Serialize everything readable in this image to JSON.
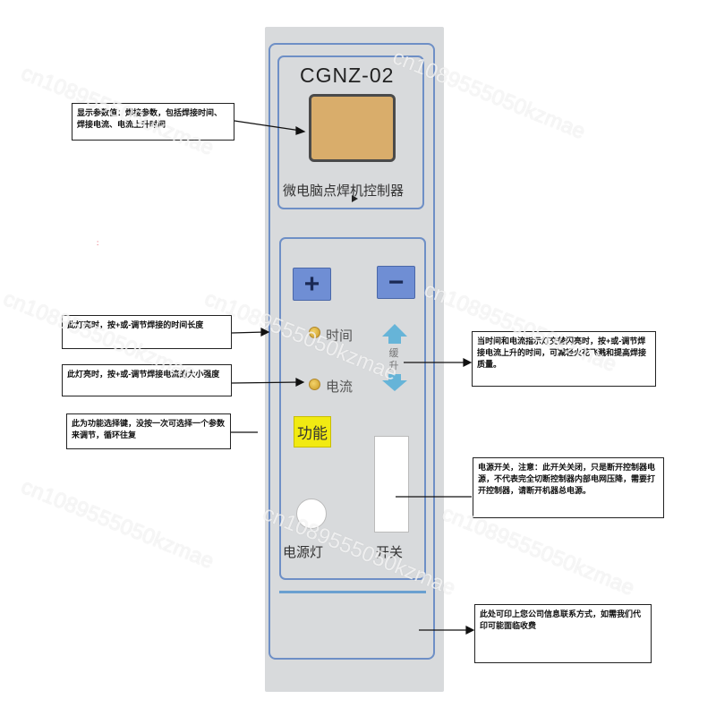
{
  "panel": {
    "model": "CGNZ-02",
    "device_name": "微电脑点焊机控制器",
    "plus_label": "+",
    "minus_label": "−",
    "time_label": "时间",
    "current_label": "电流",
    "slow_rise_1": "缓",
    "slow_rise_2": "升",
    "function_label": "功能",
    "power_label": "电源灯",
    "switch_label": "开关"
  },
  "annotations": {
    "display": "显示参数值：焊接参数，包括焊接时间、焊接电流、电流上升时间",
    "time_led": "此灯亮时，按+或-调节焊接的时间长度",
    "current_led": "此灯亮时，按+或-调节焊接电流的大小强度",
    "function_button": "此为功能选择键，没按一次可选择一个参数来调节，循环往复",
    "slow_rise": "当时间和电流指示灯交替闪亮时，按+或-调节焊接电流上升的时间，可减轻火花飞溅和提高焊接质量。",
    "power_switch": "电源开关，注意：此开关关闭，只是断开控制器电源，不代表完全切断控制器内部电网压降，需要打开控制器，请断开机器总电源。",
    "logo_area": "此处可印上您公司信息联系方式，如需我们代印可能面临收费"
  },
  "watermark": "cn1089555050kzmae",
  "stray_mark": ":",
  "colors": {
    "panel_bg": "#d8dadc",
    "frame_blue": "#6e8fc6",
    "display": "#d9ad6b",
    "button_blue": "#6f8ed4",
    "function_yellow": "#f1ea12",
    "arrow_cyan": "#66b4d8",
    "led": "#e2b83e"
  }
}
